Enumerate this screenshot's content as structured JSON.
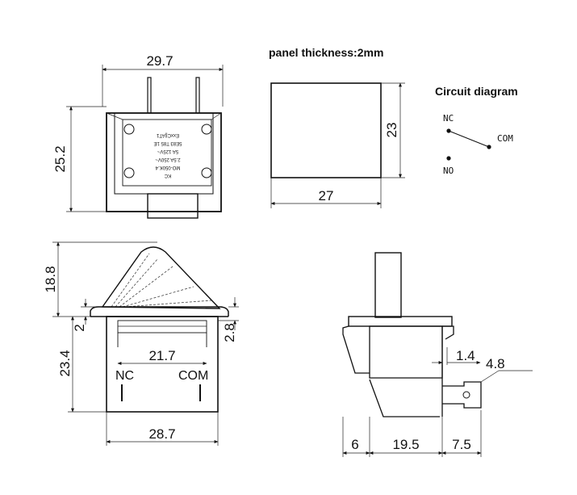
{
  "top_left_view": {
    "width_dim": "29.7",
    "height_dim": "25.2",
    "label_text": [
      "KC",
      "MO-050K.4",
      "2.5A 250V~",
      "5A 125V~",
      "5E83  T85  1E",
      "ExxC||AT1"
    ]
  },
  "top_right_view": {
    "note": "panel thickness:2mm",
    "width_dim": "27",
    "height_dim": "23"
  },
  "circuit": {
    "title": "Circuit diagram",
    "nc": "NC",
    "com": "COM",
    "no": "NO"
  },
  "bottom_left_view": {
    "rocker_height_dim": "18.8",
    "body_height_dim": "23.4",
    "flange_left_dim": "2",
    "flange_right_dim": "2.8",
    "inner_width_dim": "21.7",
    "outer_width_dim": "28.7",
    "nc": "NC",
    "com": "COM"
  },
  "bottom_right_view": {
    "dim_1_4": "1.4",
    "dim_4_8": "4.8",
    "dim_6": "6",
    "dim_19_5": "19.5",
    "dim_7_5": "7.5"
  }
}
